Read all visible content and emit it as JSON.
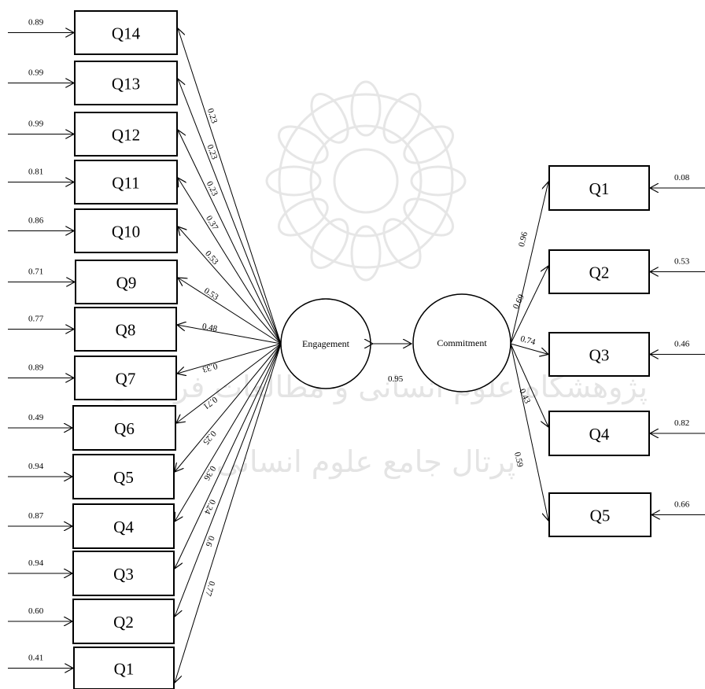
{
  "colors": {
    "stroke": "#000000",
    "background": "#ffffff",
    "watermark": "#e6e6e6"
  },
  "watermark": {
    "emblem": "rosette-ornament",
    "text_line1": "پژوهشگاه علوم انسانی و مطالعات فرهنگی",
    "text_line2": "پرتال جامع علوم انسانی"
  },
  "latent": {
    "engagement": "Engagement",
    "commitment": "Commitment",
    "correlation": "0.95"
  },
  "engagement_items": [
    {
      "label": "Q14",
      "error": "0.89",
      "loading": "0.23"
    },
    {
      "label": "Q13",
      "error": "0.99",
      "loading": "0.23"
    },
    {
      "label": "Q12",
      "error": "0.99",
      "loading": "0.23"
    },
    {
      "label": "Q11",
      "error": "0.81",
      "loading": "0.37"
    },
    {
      "label": "Q10",
      "error": "0.86",
      "loading": "0.53"
    },
    {
      "label": "Q9",
      "error": "0.71",
      "loading": "0.53"
    },
    {
      "label": "Q8",
      "error": "0.77",
      "loading": "0.48"
    },
    {
      "label": "Q7",
      "error": "0.89",
      "loading": "0.33"
    },
    {
      "label": "Q6",
      "error": "0.49",
      "loading": "0.71"
    },
    {
      "label": "Q5",
      "error": "0.94",
      "loading": "0.25"
    },
    {
      "label": "Q4",
      "error": "0.87",
      "loading": "0.36"
    },
    {
      "label": "Q3",
      "error": "0.94",
      "loading": "0.24"
    },
    {
      "label": "Q2",
      "error": "0.60",
      "loading": "0.6"
    },
    {
      "label": "Q1",
      "error": "0.41",
      "loading": "0.77"
    }
  ],
  "commitment_items": [
    {
      "label": "Q1",
      "error": "0.08",
      "loading": "0.96"
    },
    {
      "label": "Q2",
      "error": "0.53",
      "loading": "0.69"
    },
    {
      "label": "Q3",
      "error": "0.46",
      "loading": "0.74"
    },
    {
      "label": "Q4",
      "error": "0.82",
      "loading": "0.43"
    },
    {
      "label": "Q5",
      "error": "0.66",
      "loading": "0.59"
    }
  ]
}
